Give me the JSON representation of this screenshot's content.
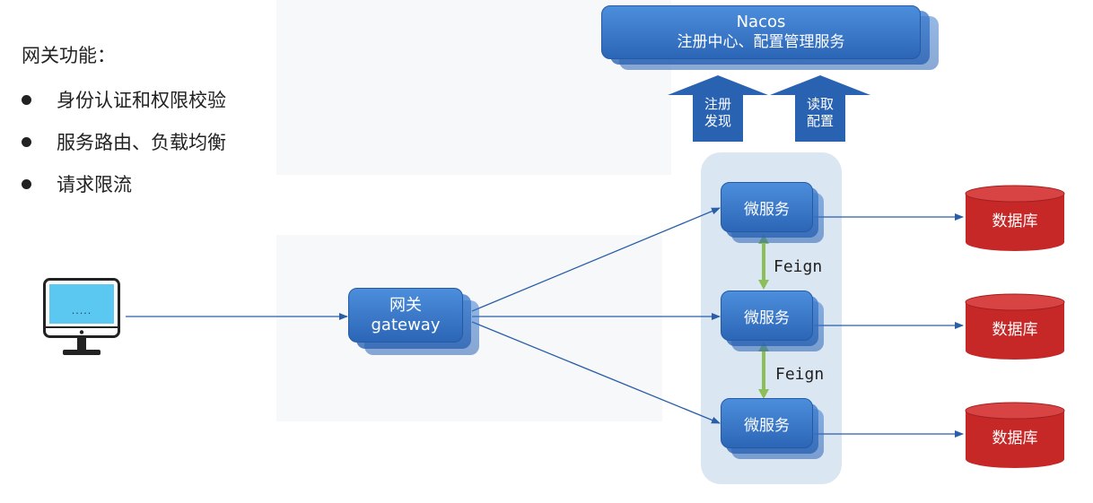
{
  "features": {
    "title": "网关功能：",
    "items": [
      {
        "label": "身份认证和权限校验"
      },
      {
        "label": "服务路由、负载均衡"
      },
      {
        "label": "请求限流"
      }
    ]
  },
  "nacos": {
    "title": "Nacos",
    "subtitle": "注册中心、配置管理服务"
  },
  "arrows": {
    "register_discover": [
      "注册",
      "发现"
    ],
    "read_config": [
      "读取",
      "配置"
    ]
  },
  "gateway": {
    "line1": "网关",
    "line2": "gateway"
  },
  "services": [
    {
      "label": "微服务"
    },
    {
      "label": "微服务"
    },
    {
      "label": "微服务"
    }
  ],
  "feign": [
    "Feign",
    "Feign"
  ],
  "databases": [
    {
      "label": "数据库"
    },
    {
      "label": "数据库"
    },
    {
      "label": "数据库"
    }
  ],
  "client": {
    "screen_text": "....."
  },
  "colors": {
    "box_blue": "#2f6cbd",
    "arrow_blue": "#2a5ea8",
    "db_red": "#c62828",
    "feign_green": "#8cbf5a",
    "cluster_bg": "#dbe6f3",
    "screen_cyan": "#5bc8f2"
  }
}
